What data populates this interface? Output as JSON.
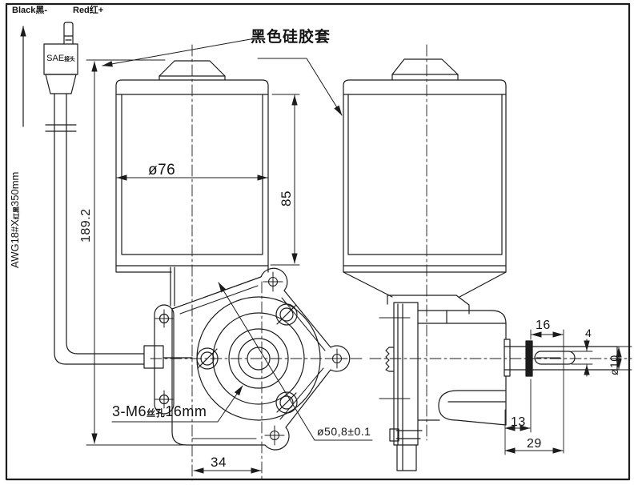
{
  "labels": {
    "black_wire": "Black黑-",
    "red_wire": "Red红+",
    "sae": {
      "main": "SAE",
      "small": "接头"
    },
    "wire_spec": {
      "p1": "AWG18#X",
      "small": "红黑",
      "p2": "350mm"
    },
    "sleeve_note": "黑色硅胶套"
  },
  "dimensions": {
    "motor_diameter": "ø76",
    "motor_body_height": "85",
    "overall_height": "189.2",
    "mounting_holes": {
      "p1": "3-M6",
      "small": "丝孔",
      "p2": "16mm"
    },
    "bolt_circle_diameter": "ø50,8±0.1",
    "axis_offset": "34",
    "key_length": "16",
    "key_width": "4",
    "shaft_diameter": "ø10",
    "shaft_base_length": "13",
    "shaft_total_length": "29"
  }
}
